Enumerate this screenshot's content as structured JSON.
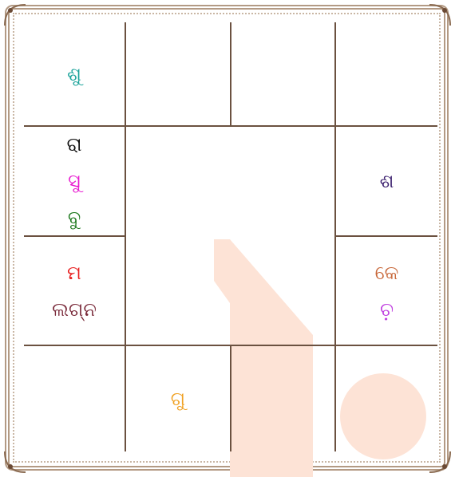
{
  "chart": {
    "houses": [
      {
        "id": "top-left",
        "planets": [
          {
            "text": "ଶୁ",
            "color": "#1aa39a"
          }
        ]
      },
      {
        "id": "top-mid-left",
        "planets": []
      },
      {
        "id": "top-mid-right",
        "planets": []
      },
      {
        "id": "top-right",
        "planets": []
      },
      {
        "id": "left-upper",
        "planets": [
          {
            "text": "ରା",
            "color": "#111111"
          },
          {
            "text": "ସୁ",
            "color": "#e81bd0"
          },
          {
            "text": "ବୁ",
            "color": "#1f7a1f"
          }
        ]
      },
      {
        "id": "right-upper",
        "planets": [
          {
            "text": "ଶ",
            "color": "#3b1f6e"
          }
        ]
      },
      {
        "id": "left-lower",
        "planets": [
          {
            "text": "ମ",
            "color": "#e82020"
          },
          {
            "text": "ଲଗ୍ନ",
            "color": "#7a2a3a"
          }
        ]
      },
      {
        "id": "right-lower",
        "planets": [
          {
            "text": "କେ",
            "color": "#c8683a"
          },
          {
            "text": "ଚ଼",
            "color": "#c040e0"
          }
        ]
      },
      {
        "id": "bottom-left",
        "planets": []
      },
      {
        "id": "bottom-mid-left",
        "planets": [
          {
            "text": "ଗୁ",
            "color": "#f0a020"
          }
        ]
      },
      {
        "id": "bottom-mid-right",
        "planets": []
      },
      {
        "id": "bottom-right",
        "planets": []
      }
    ]
  },
  "colors": {
    "grid": "#6b5140",
    "watermark": "#fde3d6"
  }
}
